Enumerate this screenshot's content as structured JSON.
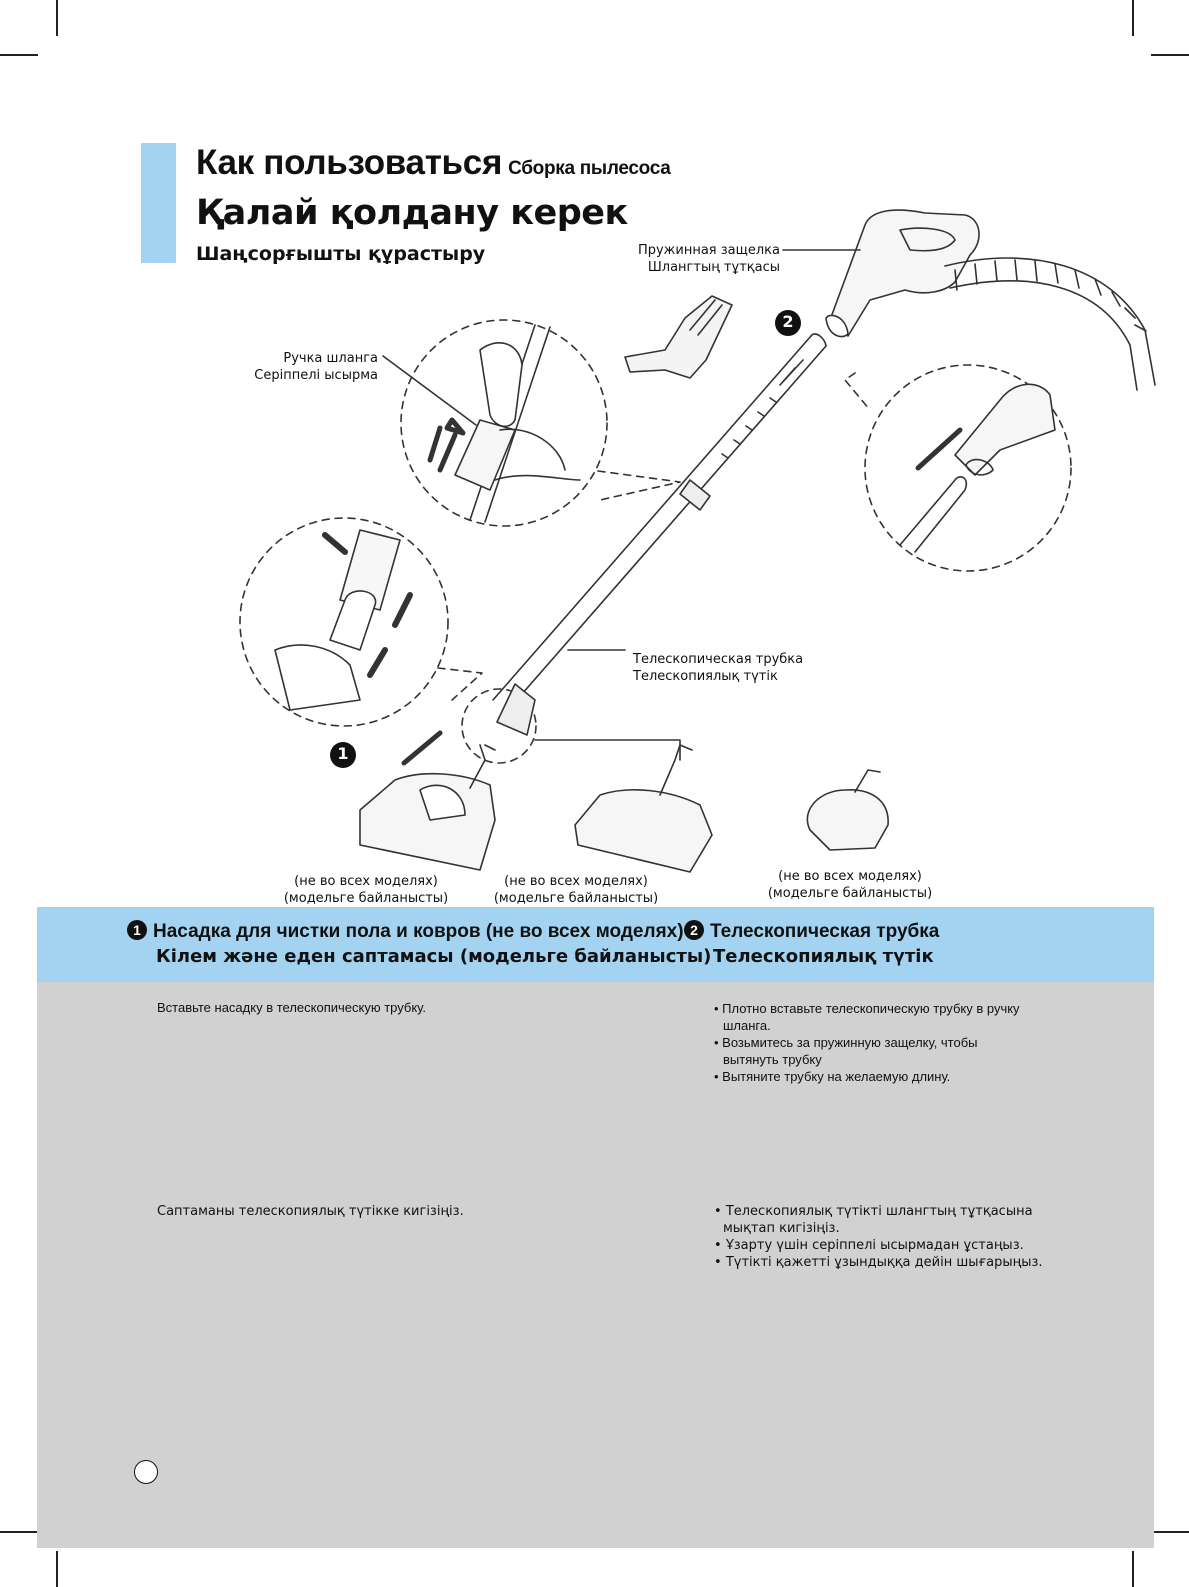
{
  "header": {
    "title_ru": "Как пользоваться",
    "title_ru_sub": "Сборка пылесоса",
    "title_kz": "Қалай қолдану керек",
    "subtitle_kz": "Шаңсорғышты құрастыру"
  },
  "illustration": {
    "labels": {
      "spring_latch_ru": "Пружинная защелка",
      "spring_latch_kz": "Шлангтың тұтқасы",
      "hose_handle_ru": "Ручка шланга",
      "hose_handle_kz": "Серіппелі ысырма",
      "telescopic_ru": "Телескопическая трубка",
      "telescopic_kz": "Телескопиялық түтік",
      "step1": "1",
      "step2": "2"
    },
    "notes": [
      {
        "ru": "(не во всех моделях)",
        "kz": "(модельге байланысты)"
      },
      {
        "ru": "(не во всех моделях)",
        "kz": "(модельге байланысты)"
      },
      {
        "ru": "(не во всех моделях)",
        "kz": "(модельге байланысты)"
      }
    ]
  },
  "sections": [
    {
      "number": "1",
      "heading_ru": "Насадка для чистки пола и ковров (не во всех моделях)",
      "heading_kz": "Кілем және еден саптамасы (модельге байланысты)",
      "text_ru": "Вставьте насадку в телескопическую трубку.",
      "text_kz": "Саптаманы телескопиялық түтікке кигізіңіз."
    },
    {
      "number": "2",
      "heading_ru": "Телескопическая трубка",
      "heading_kz": "Телескопиялық түтік",
      "bullets_ru": [
        "Плотно вставьте телескопическую трубку в ручку шланга.",
        "Возьмитесь за пружинную защелку, чтобы вытянуть трубку",
        "Вытяните трубку на желаемую длину."
      ],
      "bullets_kz": [
        "Телескопиялық түтікті шлангтың тұтқасына мықтап кигізіңіз.",
        "Ұзарту үшін серіппелі ысырмадан ұстаңыз.",
        "Түтікті қажетті ұзындыққа дейін шығарыңыз."
      ]
    }
  ],
  "colors": {
    "accent": "#a4d3f1",
    "body_gray": "#d1d1d1",
    "text": "#111111"
  }
}
